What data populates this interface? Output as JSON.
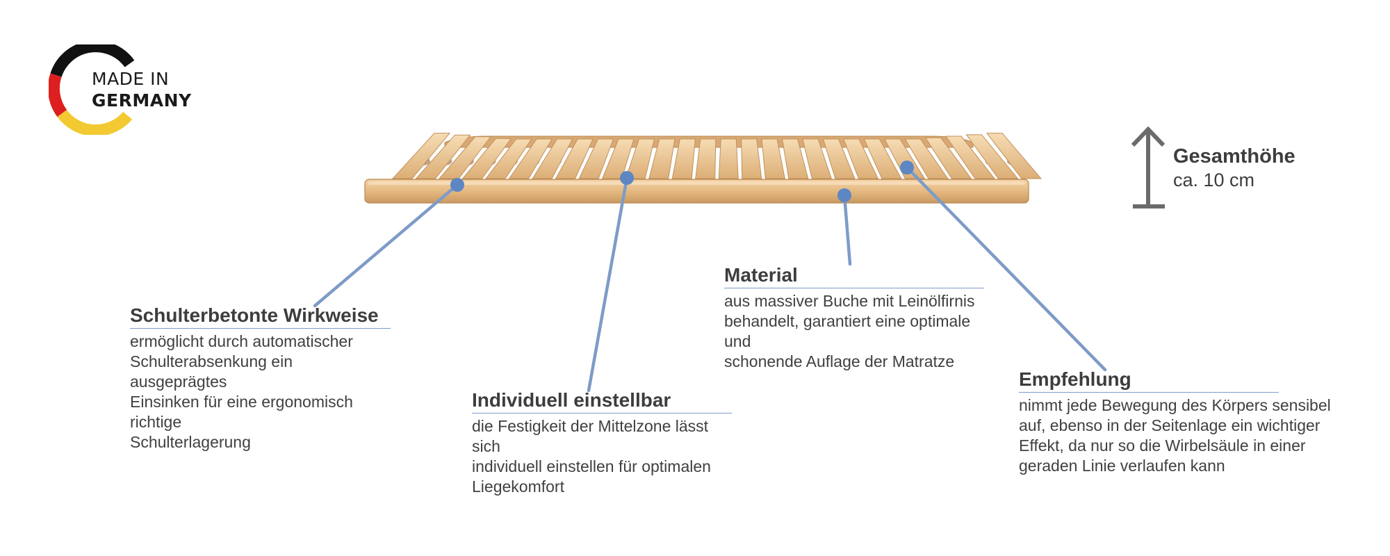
{
  "badge": {
    "line1": "MADE IN",
    "line2": "GERMANY",
    "colors": {
      "black": "#111111",
      "red": "#dd1f1f",
      "gold": "#f2c931"
    }
  },
  "product": {
    "name": "slatted-bed-frame",
    "wood_color": "#e9c08a",
    "connector_color": "#5d86c3"
  },
  "height": {
    "title": "Gesamthöhe",
    "value": "ca. 10 cm"
  },
  "callouts": [
    {
      "id": "schulter",
      "title": "Schulterbetonte Wirkweise",
      "lines": [
        "ermöglicht durch automatischer",
        "Schulterabsenkung ein ausgeprägtes",
        "Einsinken für eine ergonomisch richtige",
        "Schulterlagerung"
      ]
    },
    {
      "id": "individuell",
      "title": "Individuell einstellbar",
      "lines": [
        "die Festigkeit der Mittelzone lässt sich",
        "individuell einstellen für optimalen",
        "Liegekomfort"
      ]
    },
    {
      "id": "material",
      "title": "Material",
      "lines": [
        "aus massiver Buche mit Leinölfirnis",
        "behandelt, garantiert eine optimale und",
        "schonende Auflage der Matratze"
      ]
    },
    {
      "id": "empfehlung",
      "title": "Empfehlung",
      "lines": [
        "nimmt jede Bewegung des Körpers sensibel",
        "auf, ebenso in der Seitenlage ein wichtiger",
        "Effekt, da nur so die Wirbelsäule in einer",
        "geraden Linie verlaufen kann"
      ]
    }
  ]
}
